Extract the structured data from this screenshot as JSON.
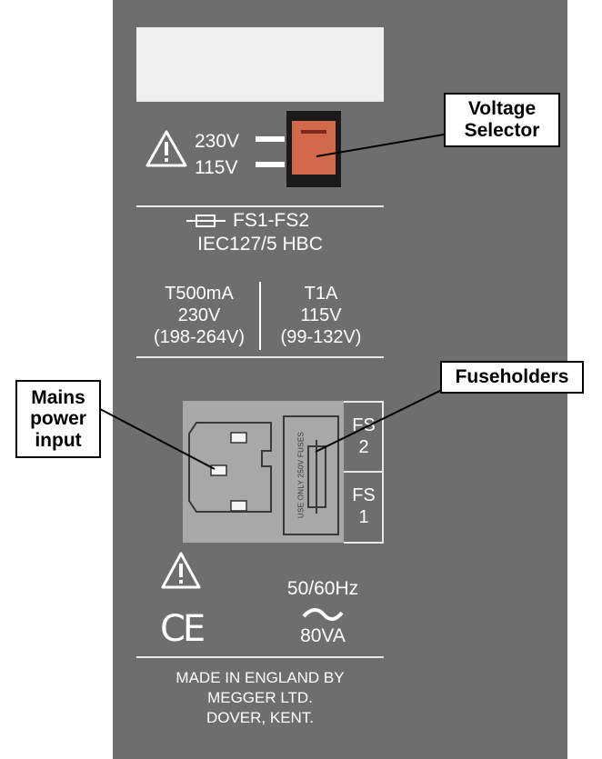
{
  "voltage": {
    "high": "230V",
    "low": "115V"
  },
  "fuse": {
    "id": "FS1-FS2",
    "spec": "IEC127/5 HBC",
    "rating_230": [
      "T500mA",
      "230V",
      "(198-264V)"
    ],
    "rating_115": [
      "T1A",
      "115V",
      "(99-132V)"
    ]
  },
  "inlet": {
    "vertical_text": "USE ONLY 250V FUSES"
  },
  "fuseholders": {
    "fs2": [
      "FS",
      "2"
    ],
    "fs1": [
      "FS",
      "1"
    ]
  },
  "marking": {
    "ce": "CE",
    "frequency": "50/60Hz",
    "ac_symbol": "~",
    "power": "80VA",
    "maker": [
      "MADE IN ENGLAND BY",
      "MEGGER LTD.",
      "DOVER, KENT."
    ]
  },
  "callouts": {
    "voltage_selector": [
      "Voltage",
      "Selector"
    ],
    "fuseholders": [
      "Fuseholders"
    ],
    "mains": [
      "Mains",
      "power",
      "input"
    ]
  },
  "colors": {
    "panel": "#6e6e6e",
    "switch": "#d2694a",
    "switch_housing": "#1a1a1a",
    "inlet": "#a8a8a8"
  }
}
